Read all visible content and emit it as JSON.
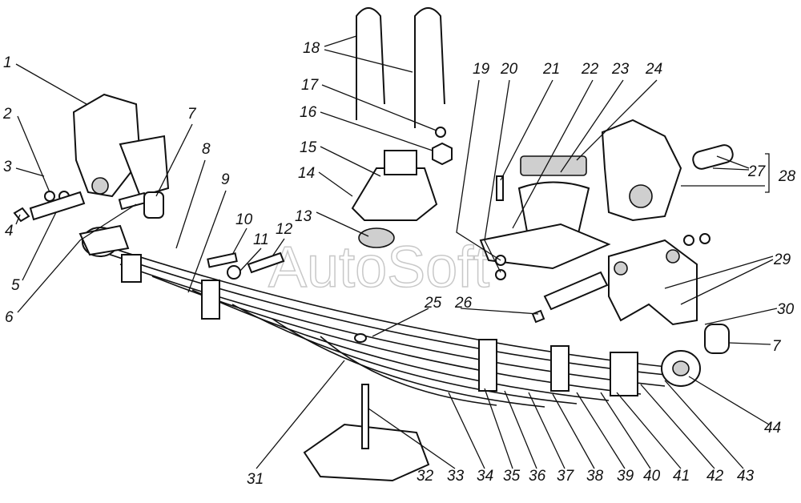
{
  "title": "Leaf spring assembly exploded view",
  "watermark": "AutoSoft",
  "labels": [
    "1",
    "2",
    "3",
    "4",
    "5",
    "6",
    "7",
    "8",
    "9",
    "10",
    "11",
    "12",
    "13",
    "14",
    "15",
    "16",
    "17",
    "18",
    "19",
    "20",
    "21",
    "22",
    "23",
    "24",
    "25",
    "26",
    "27",
    "28",
    "29",
    "30",
    "7",
    "31",
    "32",
    "33",
    "34",
    "35",
    "36",
    "37",
    "38",
    "39",
    "40",
    "41",
    "42",
    "43",
    "44"
  ]
}
